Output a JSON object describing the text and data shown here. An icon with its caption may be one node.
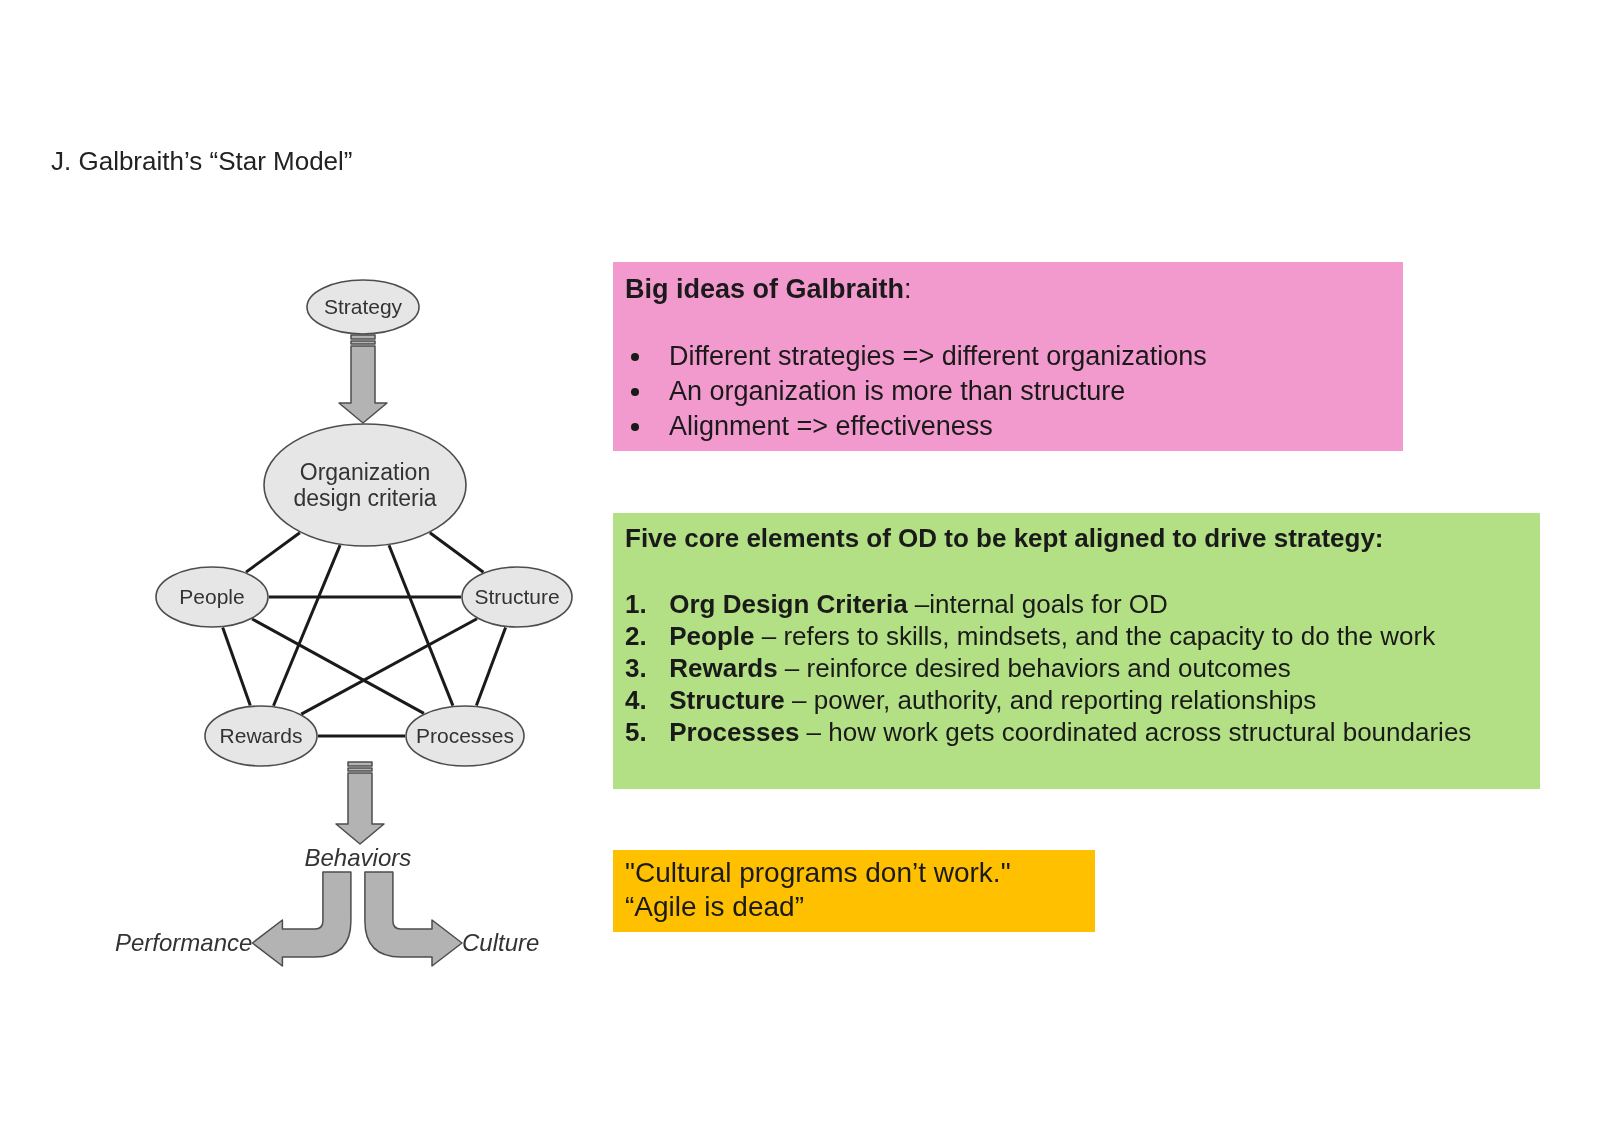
{
  "diagram": {
    "title": "J. Galbraith’s “Star Model”",
    "nodes": [
      {
        "text": [
          "Strategy"
        ]
      },
      {
        "text": [
          "Organization design criteria"
        ]
      },
      {
        "text": [
          "People"
        ]
      },
      {
        "text": [
          "Structure"
        ]
      },
      {
        "text": [
          "Rewards"
        ]
      },
      {
        "text": [
          "Processes"
        ]
      },
      {
        "text": [
          "Behaviors"
        ]
      },
      {
        "text": [
          "Performance"
        ]
      },
      {
        "text": [
          "Culture"
        ]
      },
      {
        "text": [
          "**Big ideas of Galbraith**:",
          "Different strategies => different organizations",
          "An organization is more than structure",
          "Alignment => effectiveness"
        ]
      },
      {
        "text": [
          "Five core elements of OD to be kept aligned to drive strategy:",
          "**1.** **Org Design Criteria** –internal goals for OD",
          "**2.** **People** – refers to skills, mindsets, and the capacity to do the work",
          "**3.** **Rewards** – reinforce desired behaviors and outcomes",
          "**4.** **Structure** – power, authority, and reporting relationships",
          "**5.** **Processes** – how work gets coordinated across structural boundaries"
        ]
      },
      {
        "text": [
          "\"Cultural programs don’t work.\"",
          "“Agile is dead”"
        ]
      }
    ],
    "edges": [
      {
        "from": 0,
        "to": 1,
        "arrow": "to",
        "style": "thick"
      },
      {
        "from": 1,
        "to": 2,
        "arrow": "none"
      },
      {
        "from": 1,
        "to": 3,
        "arrow": "none"
      },
      {
        "from": 1,
        "to": 4,
        "arrow": "none"
      },
      {
        "from": 1,
        "to": 5,
        "arrow": "none"
      },
      {
        "from": 2,
        "to": 3,
        "arrow": "none"
      },
      {
        "from": 2,
        "to": 4,
        "arrow": "none"
      },
      {
        "from": 2,
        "to": 5,
        "arrow": "none"
      },
      {
        "from": 3,
        "to": 4,
        "arrow": "none"
      },
      {
        "from": 3,
        "to": 5,
        "arrow": "none"
      },
      {
        "from": 4,
        "to": 5,
        "arrow": "none"
      },
      {
        "from": null,
        "to": 6,
        "arrow": "to",
        "style": "thick"
      },
      {
        "from": 6,
        "to": 7,
        "arrow": "to",
        "style": "thick"
      },
      {
        "from": 6,
        "to": 8,
        "arrow": "to",
        "style": "thick"
      }
    ]
  }
}
